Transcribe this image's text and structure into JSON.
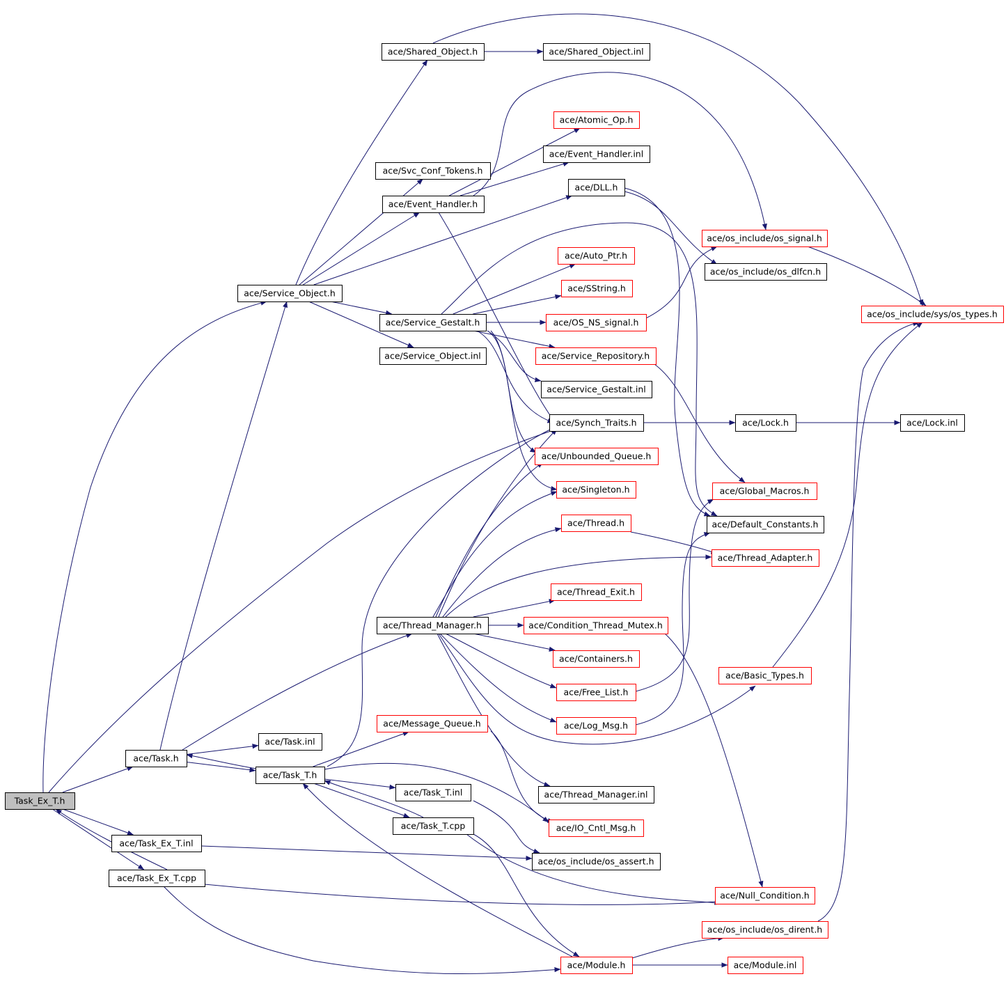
{
  "colors": {
    "edge": "#191970",
    "normal_border": "#000000",
    "truncated_border": "#ff0000",
    "root_fill": "#bfbfbf",
    "node_fill": "#ffffff"
  },
  "nodes": [
    {
      "id": "root",
      "label": "Task_Ex_T.h",
      "style": "root"
    },
    {
      "id": "task_h",
      "label": "ace/Task.h",
      "style": "normal"
    },
    {
      "id": "task_inl",
      "label": "ace/Task.inl",
      "style": "normal"
    },
    {
      "id": "task_t_h",
      "label": "ace/Task_T.h",
      "style": "normal"
    },
    {
      "id": "task_t_inl",
      "label": "ace/Task_T.inl",
      "style": "normal"
    },
    {
      "id": "task_t_cpp",
      "label": "ace/Task_T.cpp",
      "style": "normal"
    },
    {
      "id": "task_ex_t_inl",
      "label": "ace/Task_Ex_T.inl",
      "style": "normal"
    },
    {
      "id": "task_ex_t_cpp",
      "label": "ace/Task_Ex_T.cpp",
      "style": "normal"
    },
    {
      "id": "service_object_h",
      "label": "ace/Service_Object.h",
      "style": "normal"
    },
    {
      "id": "shared_object_h",
      "label": "ace/Shared_Object.h",
      "style": "normal"
    },
    {
      "id": "shared_object_inl",
      "label": "ace/Shared_Object.inl",
      "style": "normal"
    },
    {
      "id": "svc_conf_tokens_h",
      "label": "ace/Svc_Conf_Tokens.h",
      "style": "normal"
    },
    {
      "id": "event_handler_h",
      "label": "ace/Event_Handler.h",
      "style": "normal"
    },
    {
      "id": "atomic_op_h",
      "label": "ace/Atomic_Op.h",
      "style": "truncated"
    },
    {
      "id": "event_handler_inl",
      "label": "ace/Event_Handler.inl",
      "style": "normal"
    },
    {
      "id": "dll_h",
      "label": "ace/DLL.h",
      "style": "normal"
    },
    {
      "id": "os_signal_h",
      "label": "ace/os_include/os_signal.h",
      "style": "truncated"
    },
    {
      "id": "os_dlfcn_h",
      "label": "ace/os_include/os_dlfcn.h",
      "style": "normal"
    },
    {
      "id": "os_types_h",
      "label": "ace/os_include/sys/os_types.h",
      "style": "truncated"
    },
    {
      "id": "auto_ptr_h",
      "label": "ace/Auto_Ptr.h",
      "style": "truncated"
    },
    {
      "id": "sstring_h",
      "label": "ace/SString.h",
      "style": "truncated"
    },
    {
      "id": "service_gestalt_h",
      "label": "ace/Service_Gestalt.h",
      "style": "normal"
    },
    {
      "id": "os_ns_signal_h",
      "label": "ace/OS_NS_signal.h",
      "style": "truncated"
    },
    {
      "id": "service_object_inl",
      "label": "ace/Service_Object.inl",
      "style": "normal"
    },
    {
      "id": "service_repository_h",
      "label": "ace/Service_Repository.h",
      "style": "truncated"
    },
    {
      "id": "service_gestalt_inl",
      "label": "ace/Service_Gestalt.inl",
      "style": "normal"
    },
    {
      "id": "synch_traits_h",
      "label": "ace/Synch_Traits.h",
      "style": "normal"
    },
    {
      "id": "lock_h",
      "label": "ace/Lock.h",
      "style": "normal"
    },
    {
      "id": "lock_inl",
      "label": "ace/Lock.inl",
      "style": "normal"
    },
    {
      "id": "unbounded_queue_h",
      "label": "ace/Unbounded_Queue.h",
      "style": "truncated"
    },
    {
      "id": "singleton_h",
      "label": "ace/Singleton.h",
      "style": "truncated"
    },
    {
      "id": "global_macros_h",
      "label": "ace/Global_Macros.h",
      "style": "truncated"
    },
    {
      "id": "default_constants_h",
      "label": "ace/Default_Constants.h",
      "style": "normal"
    },
    {
      "id": "thread_h",
      "label": "ace/Thread.h",
      "style": "truncated"
    },
    {
      "id": "thread_adapter_h",
      "label": "ace/Thread_Adapter.h",
      "style": "truncated"
    },
    {
      "id": "thread_exit_h",
      "label": "ace/Thread_Exit.h",
      "style": "truncated"
    },
    {
      "id": "thread_manager_h",
      "label": "ace/Thread_Manager.h",
      "style": "normal"
    },
    {
      "id": "condition_thread_mutex_h",
      "label": "ace/Condition_Thread_Mutex.h",
      "style": "truncated"
    },
    {
      "id": "containers_h",
      "label": "ace/Containers.h",
      "style": "truncated"
    },
    {
      "id": "basic_types_h",
      "label": "ace/Basic_Types.h",
      "style": "truncated"
    },
    {
      "id": "free_list_h",
      "label": "ace/Free_List.h",
      "style": "truncated"
    },
    {
      "id": "log_msg_h",
      "label": "ace/Log_Msg.h",
      "style": "truncated"
    },
    {
      "id": "message_queue_h",
      "label": "ace/Message_Queue.h",
      "style": "truncated"
    },
    {
      "id": "thread_manager_inl",
      "label": "ace/Thread_Manager.inl",
      "style": "normal"
    },
    {
      "id": "io_cntl_msg_h",
      "label": "ace/IO_Cntl_Msg.h",
      "style": "truncated"
    },
    {
      "id": "os_assert_h",
      "label": "ace/os_include/os_assert.h",
      "style": "normal"
    },
    {
      "id": "null_condition_h",
      "label": "ace/Null_Condition.h",
      "style": "truncated"
    },
    {
      "id": "os_dirent_h",
      "label": "ace/os_include/os_dirent.h",
      "style": "truncated"
    },
    {
      "id": "module_h",
      "label": "ace/Module.h",
      "style": "truncated"
    },
    {
      "id": "module_inl",
      "label": "ace/Module.inl",
      "style": "truncated"
    }
  ],
  "edges": [
    [
      "root",
      "task_h"
    ],
    [
      "root",
      "task_ex_t_inl"
    ],
    [
      "root",
      "task_ex_t_cpp"
    ],
    [
      "root",
      "service_object_h"
    ],
    [
      "root",
      "synch_traits_h"
    ],
    [
      "task_ex_t_cpp",
      "root"
    ],
    [
      "task_ex_t_cpp",
      "null_condition_h"
    ],
    [
      "task_ex_t_cpp",
      "module_h"
    ],
    [
      "task_ex_t_inl",
      "os_assert_h"
    ],
    [
      "task_h",
      "task_inl"
    ],
    [
      "task_h",
      "task_t_h"
    ],
    [
      "task_h",
      "service_object_h"
    ],
    [
      "task_h",
      "thread_manager_h"
    ],
    [
      "task_t_h",
      "task_h"
    ],
    [
      "task_t_h",
      "message_queue_h"
    ],
    [
      "task_t_h",
      "task_t_inl"
    ],
    [
      "task_t_h",
      "task_t_cpp"
    ],
    [
      "task_t_h",
      "synch_traits_h"
    ],
    [
      "task_t_h",
      "io_cntl_msg_h"
    ],
    [
      "task_t_cpp",
      "task_t_h"
    ],
    [
      "task_t_cpp",
      "module_h"
    ],
    [
      "task_t_cpp",
      "null_condition_h"
    ],
    [
      "task_t_inl",
      "os_assert_h"
    ],
    [
      "module_h",
      "task_t_h"
    ],
    [
      "module_h",
      "os_dirent_h"
    ],
    [
      "module_h",
      "module_inl"
    ],
    [
      "service_object_h",
      "shared_object_h"
    ],
    [
      "service_object_h",
      "svc_conf_tokens_h"
    ],
    [
      "service_object_h",
      "event_handler_h"
    ],
    [
      "service_object_h",
      "dll_h"
    ],
    [
      "service_object_h",
      "service_gestalt_h"
    ],
    [
      "service_object_h",
      "service_object_inl"
    ],
    [
      "shared_object_h",
      "shared_object_inl"
    ],
    [
      "shared_object_h",
      "os_types_h"
    ],
    [
      "event_handler_h",
      "atomic_op_h"
    ],
    [
      "event_handler_h",
      "event_handler_inl"
    ],
    [
      "event_handler_h",
      "os_signal_h"
    ],
    [
      "event_handler_h",
      "synch_traits_h"
    ],
    [
      "dll_h",
      "os_dlfcn_h"
    ],
    [
      "dll_h",
      "default_constants_h"
    ],
    [
      "os_signal_h",
      "os_types_h"
    ],
    [
      "os_ns_signal_h",
      "os_signal_h"
    ],
    [
      "service_gestalt_h",
      "auto_ptr_h"
    ],
    [
      "service_gestalt_h",
      "sstring_h"
    ],
    [
      "service_gestalt_h",
      "os_ns_signal_h"
    ],
    [
      "service_gestalt_h",
      "service_repository_h"
    ],
    [
      "service_gestalt_h",
      "service_gestalt_inl"
    ],
    [
      "service_gestalt_h",
      "synch_traits_h"
    ],
    [
      "service_gestalt_h",
      "unbounded_queue_h"
    ],
    [
      "service_gestalt_h",
      "singleton_h"
    ],
    [
      "service_gestalt_h",
      "default_constants_h"
    ],
    [
      "service_repository_h",
      "global_macros_h"
    ],
    [
      "synch_traits_h",
      "lock_h"
    ],
    [
      "lock_h",
      "lock_inl"
    ],
    [
      "thread_manager_h",
      "thread_h"
    ],
    [
      "thread_manager_h",
      "thread_adapter_h"
    ],
    [
      "thread_manager_h",
      "thread_exit_h"
    ],
    [
      "thread_manager_h",
      "condition_thread_mutex_h"
    ],
    [
      "thread_manager_h",
      "containers_h"
    ],
    [
      "thread_manager_h",
      "free_list_h"
    ],
    [
      "thread_manager_h",
      "log_msg_h"
    ],
    [
      "thread_manager_h",
      "basic_types_h"
    ],
    [
      "thread_manager_h",
      "thread_manager_inl"
    ],
    [
      "thread_manager_h",
      "synch_traits_h"
    ],
    [
      "thread_manager_h",
      "unbounded_queue_h"
    ],
    [
      "thread_manager_h",
      "singleton_h"
    ],
    [
      "thread_h",
      "thread_adapter_h"
    ],
    [
      "condition_thread_mutex_h",
      "null_condition_h"
    ],
    [
      "free_list_h",
      "global_macros_h"
    ],
    [
      "log_msg_h",
      "default_constants_h"
    ],
    [
      "basic_types_h",
      "os_types_h"
    ],
    [
      "message_queue_h",
      "io_cntl_msg_h"
    ],
    [
      "os_dirent_h",
      "os_types_h"
    ]
  ]
}
